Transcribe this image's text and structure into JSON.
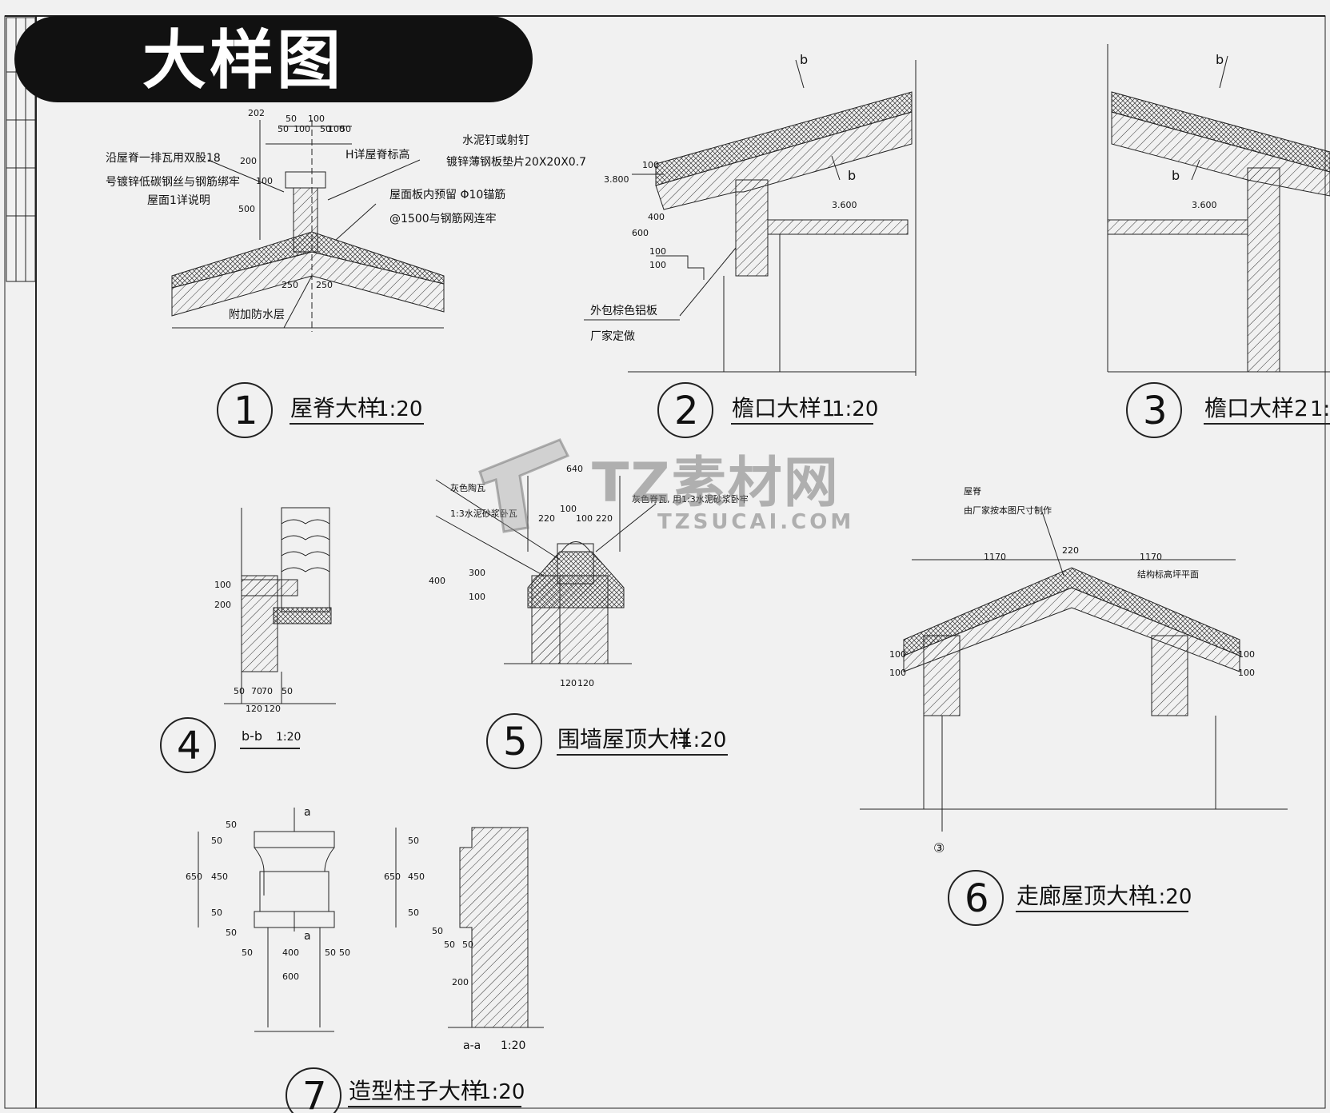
{
  "banner": {
    "title": "大样图"
  },
  "watermark": {
    "brand": "TZ素材网",
    "site": "TZSUCAI.COM"
  },
  "details": [
    {
      "no": "1",
      "title": "屋脊大样",
      "scale": "1:20"
    },
    {
      "no": "2",
      "title": "檐口大样1",
      "scale": "1:20"
    },
    {
      "no": "3",
      "title": "檐口大样2",
      "scale": "1:"
    },
    {
      "no": "4",
      "title": "b-b",
      "scale": "1:20"
    },
    {
      "no": "5",
      "title": "围墙屋顶大样",
      "scale": "1:20"
    },
    {
      "no": "6",
      "title": "走廊屋顶大样",
      "scale": "1:20"
    },
    {
      "no": "7",
      "title": "造型柱子大样",
      "scale": "1:20"
    }
  ],
  "notes": {
    "d1_left_1": "沿屋脊一排瓦用双股18",
    "d1_left_2": "号镀锌低碳钢丝与钢筋绑牢",
    "d1_left_3": "屋面1详说明",
    "d1_h": "H详屋脊标高",
    "d1_right_1": "水泥钉或射钉",
    "d1_right_2": "镀锌薄钢板垫片20X20X0.7",
    "d1_right_3": "屋面板内预留 Φ10锚筋",
    "d1_right_4": "@1500与钢筋网连牢",
    "d1_bottom": "附加防水层",
    "d2_note_1": "外包棕色铝板",
    "d2_note_2": "厂家定做",
    "d5_note_1": "灰色陶瓦",
    "d5_note_2": "1:3水泥砂浆卧瓦",
    "d5_note_3": "灰色脊瓦, 用1:3水泥砂浆卧牢",
    "d6_note_1": "屋脊",
    "d6_note_2": "由厂家按本图尺寸制作",
    "d6_note_3": "结构标高坪平面",
    "d6_axis": "③",
    "d7_section_mark": "a",
    "d7_section_title": "a-a",
    "d7_section_scale": "1:20",
    "cut_mark": "b"
  },
  "dims": {
    "d1": [
      "202",
      "50",
      "100",
      "50",
      "100",
      "50",
      "100",
      "50",
      "200",
      "100",
      "500",
      "250",
      "250"
    ],
    "d2": [
      "3.800",
      "3.600",
      "100",
      "400",
      "600",
      "100",
      "100"
    ],
    "d3": [
      "3.600"
    ],
    "d4": [
      "100",
      "200",
      "50",
      "70",
      "70",
      "50",
      "120",
      "120"
    ],
    "d5": [
      "640",
      "100",
      "220",
      "100",
      "220",
      "400",
      "300",
      "100",
      "120",
      "120"
    ],
    "d6": [
      "1170",
      "220",
      "1170",
      "100",
      "100",
      "100",
      "100"
    ],
    "d7": [
      "50",
      "50",
      "450",
      "50",
      "650",
      "50",
      "50",
      "400",
      "50",
      "50",
      "600",
      "50",
      "450",
      "50",
      "650",
      "50",
      "50",
      "50",
      "200"
    ]
  }
}
